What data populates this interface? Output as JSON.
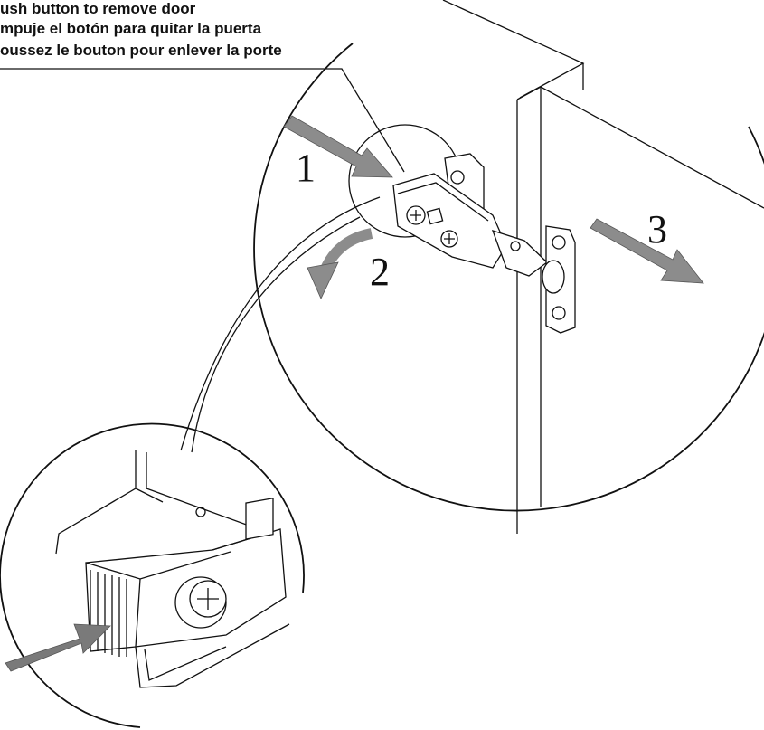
{
  "instructions": {
    "en": "ush button to remove door",
    "es": "mpuje el botón para quitar la puerta",
    "fr": "oussez le bouton pour enlever la porte"
  },
  "steps": [
    "1",
    "2",
    "3"
  ],
  "colors": {
    "line": "#111111",
    "arrow": "#8c8c8c",
    "arrow_dark": "#7a7a7a",
    "background": "#ffffff"
  }
}
